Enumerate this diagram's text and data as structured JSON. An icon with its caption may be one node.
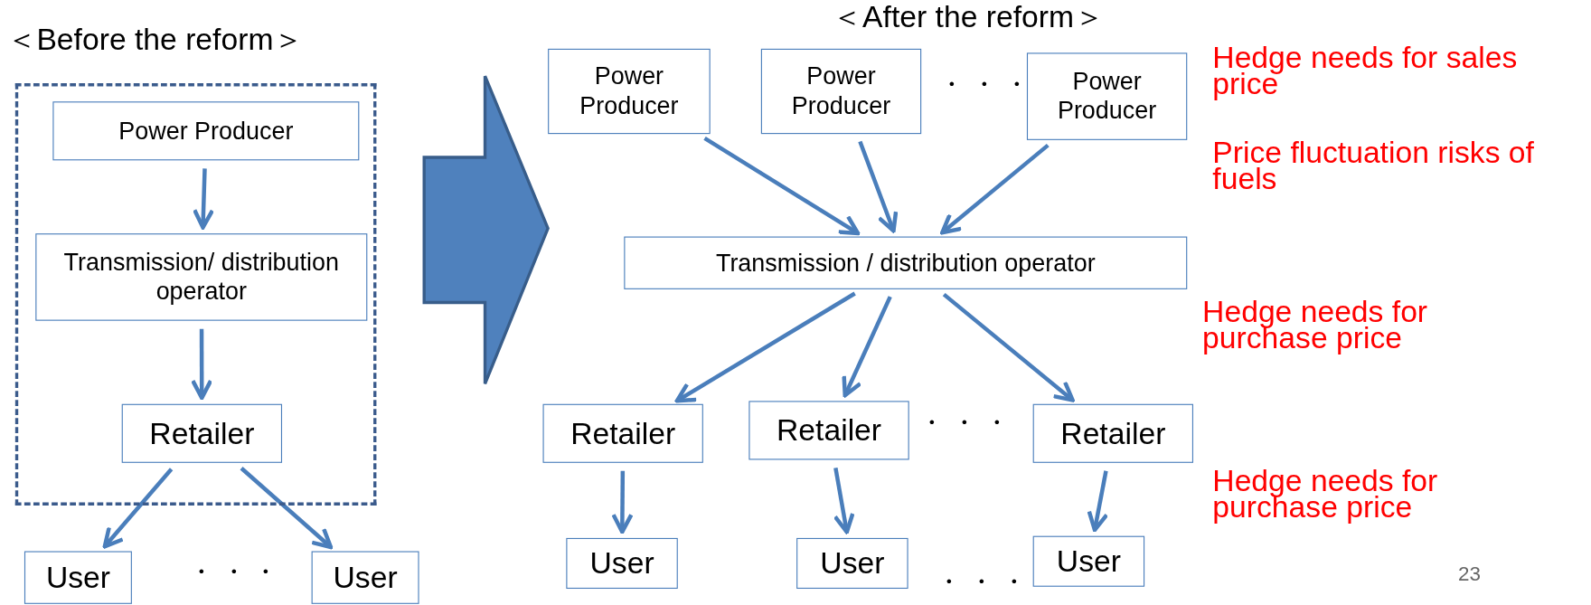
{
  "diagram": {
    "nodes": [
      {
        "text": [
          "＜Before the reform＞"
        ]
      },
      {
        "text": [
          "Power Producer"
        ],
        "in": 0
      },
      {
        "text": [
          "Transmission/ distribution operator"
        ],
        "in": 0
      },
      {
        "text": [
          "Retailer"
        ],
        "in": 0
      },
      {
        "text": [
          "User"
        ]
      },
      {
        "text": [
          "User"
        ]
      },
      {
        "text": [
          "Power Producer"
        ]
      },
      {
        "text": [
          "Power Producer"
        ]
      },
      {
        "text": [
          "Power Producer"
        ]
      },
      {
        "text": [
          "Transmission / distribution operator"
        ]
      },
      {
        "text": [
          "Retailer"
        ]
      },
      {
        "text": [
          "Retailer"
        ]
      },
      {
        "text": [
          "Retailer"
        ]
      },
      {
        "text": [
          "User"
        ]
      },
      {
        "text": [
          "User"
        ]
      },
      {
        "text": [
          "User"
        ]
      }
    ],
    "edges": [
      {
        "from": 1,
        "to": 2,
        "arrow": "to"
      },
      {
        "from": 2,
        "to": 3,
        "arrow": "to"
      },
      {
        "from": 3,
        "to": 4,
        "arrow": "to"
      },
      {
        "from": 3,
        "to": 5,
        "arrow": "to"
      },
      {
        "from": 6,
        "to": 9,
        "arrow": "to"
      },
      {
        "from": 7,
        "to": 9,
        "arrow": "to"
      },
      {
        "from": 8,
        "to": 9,
        "arrow": "to"
      },
      {
        "from": 9,
        "to": 10,
        "arrow": "to"
      },
      {
        "from": 9,
        "to": 11,
        "arrow": "to"
      },
      {
        "from": 9,
        "to": 12,
        "arrow": "to"
      },
      {
        "from": 10,
        "to": 13,
        "arrow": "to"
      },
      {
        "from": 11,
        "to": 14,
        "arrow": "to"
      },
      {
        "from": 12,
        "to": 15,
        "arrow": "to"
      }
    ],
    "labels": [
      "＜After the reform＞",
      "Hedge needs for sales price",
      "・・・",
      "Price fluctuation risks of fuels",
      "Hedge needs for purchase price",
      "・・・",
      "Hedge needs for purchase price",
      "・・・",
      "23",
      "・・・"
    ]
  }
}
